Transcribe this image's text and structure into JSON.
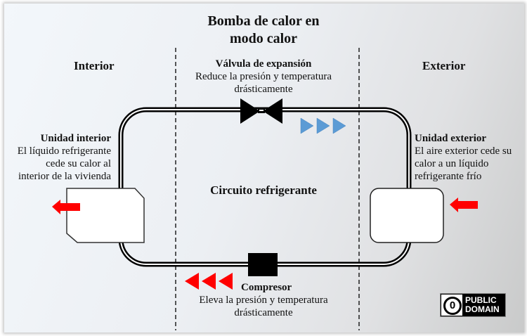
{
  "title": {
    "line1": "Bomba de calor en",
    "line2": "modo calor"
  },
  "sections": {
    "interior": "Interior",
    "exterior": "Exterior"
  },
  "valve": {
    "title": "Válvula de expansión",
    "line1": "Reduce la presión y temperatura",
    "line2": "drásticamente"
  },
  "compressor": {
    "title": "Compresor",
    "line1": "Eleva la presión y temperatura",
    "line2": "drásticamente"
  },
  "indoor_unit": {
    "title": "Unidad interior",
    "line1": "El líquido refrigerante",
    "line2": "cede su calor al",
    "line3": "interior de la vivienda"
  },
  "outdoor_unit": {
    "title": "Unidad exterior",
    "line1": "El aire exterior cede su",
    "line2": "calor a un líquido",
    "line3": "refrigerante frío"
  },
  "circuit_label": "Circuito refrigerante",
  "license": {
    "line1": "PUBLIC",
    "line2": "DOMAIN",
    "symbol": "0"
  },
  "colors": {
    "heat_arrow": "#ff0000",
    "flow_cold": "#5b9bd5",
    "flow_hot": "#ff0000",
    "pipe": "#000000"
  }
}
